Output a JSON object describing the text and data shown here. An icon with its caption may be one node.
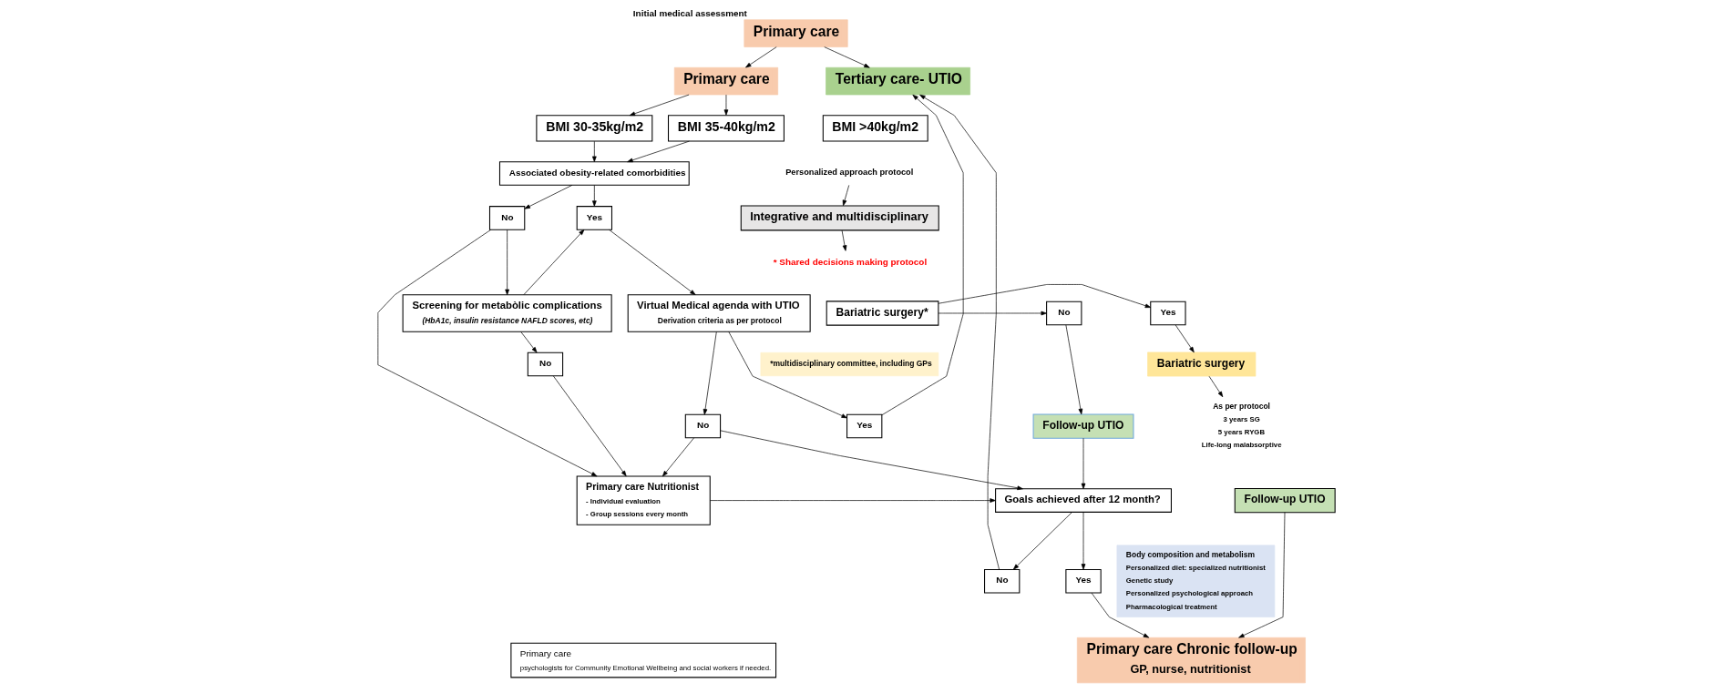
{
  "diagram": {
    "nodes": [
      {
        "text": [
          "Primary care"
        ],
        "beside": [
          "Initial medical assessment"
        ]
      },
      {
        "text": [
          "Primary care"
        ]
      },
      {
        "text": [
          "Tertiary care- UTIO"
        ]
      },
      {
        "text": [
          "BMI 30-35kg/m2"
        ]
      },
      {
        "text": [
          "BMI 35-40kg/m2"
        ]
      },
      {
        "text": [
          "BMI >40kg/m2"
        ]
      },
      {
        "text": [
          "Personalized approach protocol"
        ]
      },
      {
        "text": [
          "Integrative and multidisciplinary"
        ]
      },
      {
        "text": [
          "* Shared decisions making protocol"
        ]
      },
      {
        "text": [
          "Associated obesity-related comorbidities"
        ]
      },
      {
        "text": [
          "No"
        ]
      },
      {
        "text": [
          "Yes"
        ]
      },
      {
        "text": [
          "Screening for metabòlic complications",
          "(HbA1c, insulin resistance NAFLD scores, etc)"
        ]
      },
      {
        "text": [
          "Virtual Medical agenda with UTIO",
          "Derivation criteria as per protocol"
        ]
      },
      {
        "text": [
          "No"
        ]
      },
      {
        "text": [
          "No"
        ]
      },
      {
        "text": [
          "Yes"
        ]
      },
      {
        "text": [
          "Primary care Nutritionist",
          "- Individual evaluation",
          "- Group sessions every month"
        ]
      },
      {
        "text": [
          "Goals achieved after 12 month?"
        ]
      },
      {
        "text": [
          "Yes"
        ]
      },
      {
        "text": [
          "No"
        ]
      },
      {
        "text": [
          "Primary care Chronic follow-up",
          "GP, nurse, nutritionist"
        ]
      },
      {
        "text": [
          "Primary care",
          "psychologists for Community Emotional Wellbeing and social workers if needed."
        ]
      },
      {
        "text": [
          "No"
        ]
      },
      {
        "text": [
          "Bariatric surgery*"
        ]
      },
      {
        "text": [
          "Yes"
        ]
      },
      {
        "text": [
          "*multidisciplinary committee, including GPs"
        ]
      },
      {
        "text": [
          "Bariatric surgery"
        ]
      },
      {
        "text": [
          "As per protocol",
          "3 years SG",
          "5 years RYGB",
          "Life-long malabsorptive"
        ]
      },
      {
        "text": [
          "Follow-up UTIO"
        ]
      },
      {
        "text": [
          "Follow-up UTIO"
        ]
      },
      {
        "text": [
          "Body composition and metabolism",
          "Personalized diet: specialized nutritionist",
          "Genetic study",
          "Personalized psychological approach",
          "Pharmacological treatment"
        ]
      }
    ],
    "edges": [
      {
        "from": 0,
        "to": 1,
        "arrow": "to"
      },
      {
        "from": 0,
        "to": 2,
        "arrow": "to"
      },
      {
        "from": 1,
        "to": 3,
        "arrow": "to"
      },
      {
        "from": 1,
        "to": 4,
        "arrow": "to"
      },
      {
        "from": 3,
        "to": 9,
        "arrow": "to"
      },
      {
        "from": 4,
        "to": 9,
        "arrow": "to"
      },
      {
        "from": 6,
        "to": 7,
        "arrow": "to"
      },
      {
        "from": 7,
        "to": 8,
        "arrow": "to"
      },
      {
        "from": 9,
        "to": 10,
        "arrow": "to"
      },
      {
        "from": 9,
        "to": 11,
        "arrow": "to"
      },
      {
        "from": 10,
        "to": 17,
        "arrow": "to"
      },
      {
        "from": 10,
        "to": 12,
        "arrow": "to"
      },
      {
        "from": 12,
        "to": 11,
        "arrow": "to"
      },
      {
        "from": 11,
        "to": 13,
        "arrow": "to"
      },
      {
        "from": 12,
        "to": 14,
        "arrow": "to"
      },
      {
        "from": 14,
        "to": 17,
        "arrow": "to"
      },
      {
        "from": 13,
        "to": 15,
        "arrow": "to"
      },
      {
        "from": 13,
        "to": 16,
        "arrow": "to"
      },
      {
        "from": 15,
        "to": 17,
        "arrow": "to"
      },
      {
        "from": 16,
        "to": 2,
        "arrow": "to"
      },
      {
        "from": 15,
        "to": 18,
        "arrow": "to"
      },
      {
        "from": 17,
        "to": 18,
        "arrow": "to"
      },
      {
        "from": 18,
        "to": 19,
        "arrow": "to"
      },
      {
        "from": 18,
        "to": 20,
        "arrow": "to"
      },
      {
        "from": 19,
        "to": 21,
        "arrow": "to"
      },
      {
        "from": 20,
        "to": 2,
        "arrow": "to"
      },
      {
        "from": 30,
        "to": 18,
        "arrow": "to"
      },
      {
        "from": 24,
        "to": 23,
        "arrow": "to"
      },
      {
        "from": 24,
        "to": 25,
        "arrow": "to"
      },
      {
        "from": 23,
        "to": 30,
        "arrow": "to"
      },
      {
        "from": 25,
        "to": 27,
        "arrow": "to"
      },
      {
        "from": 27,
        "to": 28,
        "arrow": "to"
      },
      {
        "from": 29,
        "to": 21,
        "arrow": "to"
      }
    ]
  }
}
